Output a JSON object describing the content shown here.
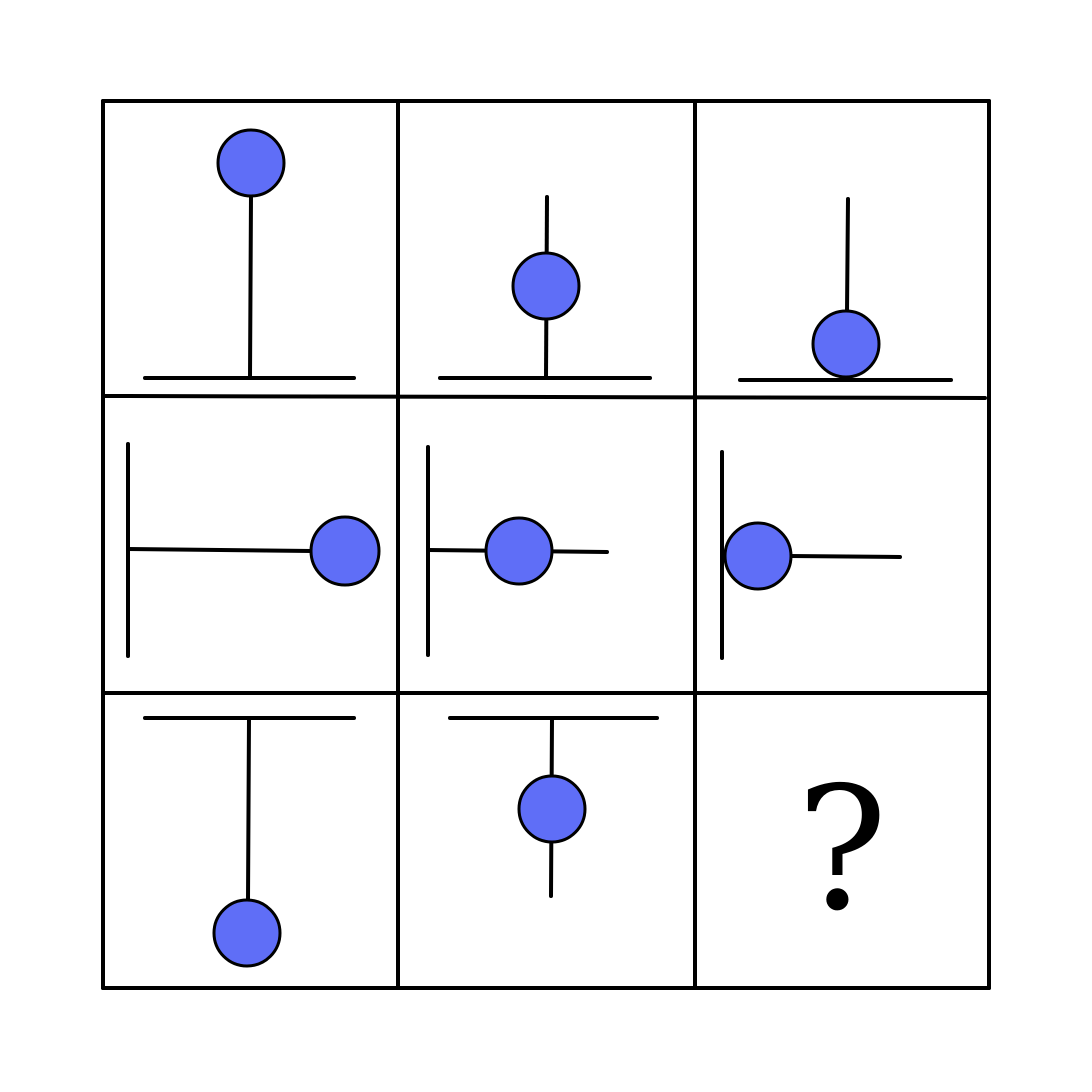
{
  "colors": {
    "ball_fill": "#5f6ef7",
    "stroke": "#000000",
    "background": "#ffffff"
  },
  "grid": {
    "rows": 3,
    "columns": 3
  },
  "cells": [
    {
      "row": 1,
      "col": 1,
      "content": "base-bottom-ball-top"
    },
    {
      "row": 1,
      "col": 2,
      "content": "base-bottom-ball-middle"
    },
    {
      "row": 1,
      "col": 3,
      "content": "base-bottom-ball-at-base"
    },
    {
      "row": 2,
      "col": 1,
      "content": "base-left-ball-right"
    },
    {
      "row": 2,
      "col": 2,
      "content": "base-left-ball-middle"
    },
    {
      "row": 2,
      "col": 3,
      "content": "base-left-ball-at-base"
    },
    {
      "row": 3,
      "col": 1,
      "content": "base-top-ball-bottom"
    },
    {
      "row": 3,
      "col": 2,
      "content": "base-top-ball-middle"
    },
    {
      "row": 3,
      "col": 3,
      "content": "missing"
    }
  ],
  "missing_cell": {
    "symbol": "?"
  }
}
